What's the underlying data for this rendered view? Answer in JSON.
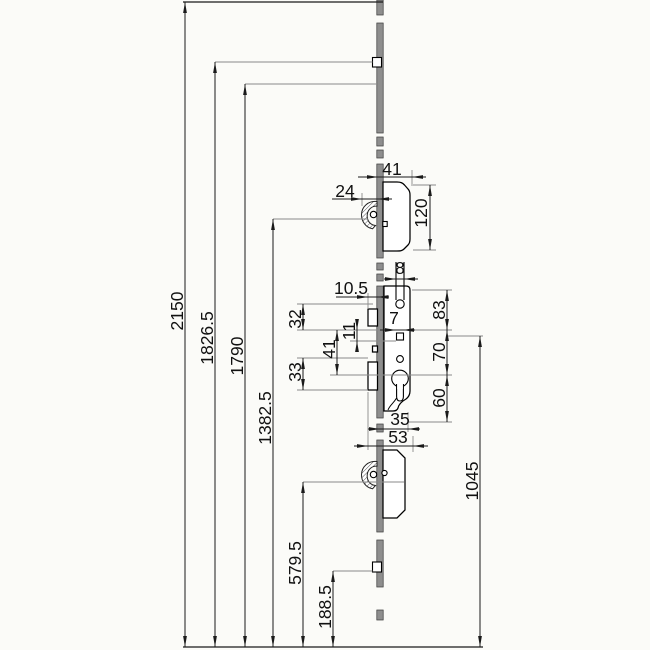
{
  "drawing": {
    "kind": "technical-dimension-drawing",
    "subject": "multipoint-lock-mechanism",
    "colors": {
      "faceplate": "#8e8e8e",
      "line": "#1a1a1a",
      "background": "#fbfbf8"
    }
  },
  "dims": {
    "overall_height": "2150",
    "upper_locking_point": "1826.5",
    "upper_reference": "1790",
    "upper_hook": "1382.5",
    "handle_height": "1045",
    "lower_hook": "579.5",
    "lower_locking_point": "188.5",
    "upper_housing_width": "41",
    "upper_hook_throw": "24",
    "upper_housing_height": "120",
    "drive_rod_width": "8",
    "latch_throw": "10.5",
    "latch_zone_height": "32",
    "latch_to_spindle": "41",
    "spindle_offset": "11",
    "follower_width": "7",
    "case_upper_span": "83",
    "bolt_zone_height": "33",
    "spindle_to_cylinder": "70",
    "cylinder_to_case_bottom": "60",
    "case_width": "35",
    "case_overall_depth": "53"
  }
}
